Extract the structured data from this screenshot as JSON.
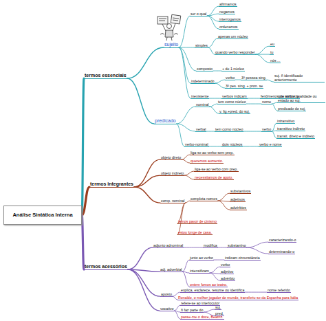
{
  "diagram": {
    "nodes": [
      {
        "text": [
          "Análise Sintática Interna"
        ]
      },
      {
        "text": [
          "termos essenciais"
        ]
      },
      {
        "text": [
          "sujeito"
        ]
      },
      {
        "text": [
          "ser o qual"
        ]
      },
      {
        "text": [
          "afirmamos"
        ]
      },
      {
        "text": [
          "negamos"
        ]
      },
      {
        "text": [
          "interrogamos"
        ]
      },
      {
        "text": [
          "ordenamos"
        ]
      },
      {
        "text": [
          "simples"
        ]
      },
      {
        "text": [
          "apenas um núcleo"
        ]
      },
      {
        "text": [
          "quando verbo responder"
        ]
      },
      {
        "text": [
          "eu"
        ]
      },
      {
        "text": [
          "tu"
        ]
      },
      {
        "text": [
          "nós ..."
        ]
      },
      {
        "text": [
          "composto"
        ]
      },
      {
        "text": [
          "+ de 1 núcleo"
        ]
      },
      {
        "text": [
          "indeterminado"
        ]
      },
      {
        "text": [
          "verbo"
        ]
      },
      {
        "text": [
          "3ª pessoa sing."
        ]
      },
      {
        "text": [
          "suj. ñ identificado anteriormente"
        ]
      },
      {
        "text": [
          "3ª pes. sing. + pron. se"
        ]
      },
      {
        "text": [
          "inexistente"
        ]
      },
      {
        "text": [
          "verbos indicam"
        ]
      },
      {
        "text": [
          "fenômenos da natureza"
        ]
      },
      {
        "text": [
          "predicado"
        ]
      },
      {
        "text": [
          "nominal"
        ]
      },
      {
        "text": [
          "tem como núcleo"
        ]
      },
      {
        "text": [
          "nome"
        ]
      },
      {
        "text": [
          "que atribui qualidade ou estado ao suj."
        ]
      },
      {
        "text": [
          "predicado do suj."
        ]
      },
      {
        "text": [
          "v. lig.+pred. do suj."
        ]
      },
      {
        "text": [
          "verbal"
        ]
      },
      {
        "text": [
          "tem como núcleo"
        ]
      },
      {
        "text": [
          "verbo"
        ]
      },
      {
        "text": [
          "intransitivo"
        ]
      },
      {
        "text": [
          "transitivo indireto"
        ]
      },
      {
        "text": [
          "transit. direto e indireto"
        ]
      },
      {
        "text": [
          "verbo-nominal"
        ]
      },
      {
        "text": [
          "dois núcleos"
        ]
      },
      {
        "text": [
          "verbo e nome"
        ]
      },
      {
        "text": [
          "termos integrantes"
        ]
      },
      {
        "text": [
          "objeto direto"
        ]
      },
      {
        "text": [
          "liga-se ao verbo sem prep."
        ]
      },
      {
        "text": [
          "queremos aumento."
        ]
      },
      {
        "text": [
          "objeto indireto"
        ]
      },
      {
        "text": [
          "liga-se ao verbo com prep."
        ]
      },
      {
        "text": [
          "necessitamos de apoio."
        ]
      },
      {
        "text": [
          "comp. nominal"
        ]
      },
      {
        "text": [
          "completa nomes"
        ]
      },
      {
        "text": [
          "substantivos"
        ]
      },
      {
        "text": [
          "adjetivos"
        ]
      },
      {
        "text": [
          "advérbios"
        ]
      },
      {
        "text": [
          "temos pavor de cinismo"
        ]
      },
      {
        "text": [
          "estou longe de casa."
        ]
      },
      {
        "text": [
          "termos acessórios"
        ]
      },
      {
        "text": [
          "adjunto adnominal"
        ]
      },
      {
        "text": [
          "modifica"
        ]
      },
      {
        "text": [
          "substantivo"
        ]
      },
      {
        "text": [
          "caracterizando-o"
        ]
      },
      {
        "text": [
          "determinando-o"
        ]
      },
      {
        "text": [
          "adj. adverbial"
        ]
      },
      {
        "text": [
          "junto ao verbo"
        ]
      },
      {
        "text": [
          "indicam circunstância"
        ]
      },
      {
        "text": [
          "intensificam"
        ]
      },
      {
        "text": [
          "verbo"
        ]
      },
      {
        "text": [
          "adjetivo"
        ]
      },
      {
        "text": [
          "advérbio"
        ]
      },
      {
        "text": [
          "ontem fomos ao teatro."
        ]
      },
      {
        "text": [
          "aposto"
        ]
      },
      {
        "text": [
          "explica, esclarece, resume ou identifica"
        ]
      },
      {
        "text": [
          "nome referido"
        ]
      },
      {
        "text": [
          "Ronaldo, o melhor jogador do mundo, transferiu-se da Espanha para Itália"
        ]
      },
      {
        "text": [
          "vocativo"
        ]
      },
      {
        "text": [
          "refere-se ao interlocutor"
        ]
      },
      {
        "text": [
          "ñ faz parte do"
        ]
      },
      {
        "text": [
          "suj."
        ]
      },
      {
        "text": [
          "pred."
        ]
      },
      {
        "text": [
          "passe-me o doce, Beatriz."
        ]
      }
    ],
    "edges": [
      {
        "from": 0,
        "to": 1,
        "arrow": "none"
      },
      {
        "from": 0,
        "to": 40,
        "arrow": "none"
      },
      {
        "from": 0,
        "to": 54,
        "arrow": "none"
      },
      {
        "from": 1,
        "to": 2,
        "arrow": "none"
      },
      {
        "from": 1,
        "to": 24,
        "arrow": "none"
      },
      {
        "from": 2,
        "to": 3,
        "arrow": "none"
      },
      {
        "from": 3,
        "to": 4,
        "arrow": "none"
      },
      {
        "from": 3,
        "to": 5,
        "arrow": "none"
      },
      {
        "from": 3,
        "to": 6,
        "arrow": "none"
      },
      {
        "from": 3,
        "to": 7,
        "arrow": "none"
      },
      {
        "from": 2,
        "to": 8,
        "arrow": "none"
      },
      {
        "from": 8,
        "to": 9,
        "arrow": "none"
      },
      {
        "from": 8,
        "to": 10,
        "arrow": "none"
      },
      {
        "from": 10,
        "to": 11,
        "arrow": "none"
      },
      {
        "from": 10,
        "to": 12,
        "arrow": "none"
      },
      {
        "from": 10,
        "to": 13,
        "arrow": "none"
      },
      {
        "from": 2,
        "to": 14,
        "arrow": "none"
      },
      {
        "from": 14,
        "to": 15,
        "arrow": "none"
      },
      {
        "from": 2,
        "to": 16,
        "arrow": "none"
      },
      {
        "from": 16,
        "to": 17,
        "arrow": "none"
      },
      {
        "from": 17,
        "to": 18,
        "arrow": "none"
      },
      {
        "from": 18,
        "to": 19,
        "arrow": "none"
      },
      {
        "from": 16,
        "to": 20,
        "arrow": "none"
      },
      {
        "from": 2,
        "to": 21,
        "arrow": "none"
      },
      {
        "from": 21,
        "to": 22,
        "arrow": "none"
      },
      {
        "from": 22,
        "to": 23,
        "arrow": "none"
      },
      {
        "from": 24,
        "to": 25,
        "arrow": "none"
      },
      {
        "from": 25,
        "to": 26,
        "arrow": "none"
      },
      {
        "from": 26,
        "to": 27,
        "arrow": "none"
      },
      {
        "from": 27,
        "to": 28,
        "arrow": "none"
      },
      {
        "from": 27,
        "to": 29,
        "arrow": "none"
      },
      {
        "from": 25,
        "to": 30,
        "arrow": "none"
      },
      {
        "from": 24,
        "to": 31,
        "arrow": "none"
      },
      {
        "from": 31,
        "to": 32,
        "arrow": "none"
      },
      {
        "from": 32,
        "to": 33,
        "arrow": "none"
      },
      {
        "from": 33,
        "to": 34,
        "arrow": "none"
      },
      {
        "from": 33,
        "to": 35,
        "arrow": "none"
      },
      {
        "from": 33,
        "to": 36,
        "arrow": "none"
      },
      {
        "from": 24,
        "to": 37,
        "arrow": "none"
      },
      {
        "from": 37,
        "to": 38,
        "arrow": "none"
      },
      {
        "from": 38,
        "to": 39,
        "arrow": "none"
      },
      {
        "from": 40,
        "to": 41,
        "arrow": "none"
      },
      {
        "from": 41,
        "to": 42,
        "arrow": "none"
      },
      {
        "from": 41,
        "to": 43,
        "arrow": "none"
      },
      {
        "from": 40,
        "to": 44,
        "arrow": "none"
      },
      {
        "from": 44,
        "to": 45,
        "arrow": "none"
      },
      {
        "from": 44,
        "to": 46,
        "arrow": "none"
      },
      {
        "from": 40,
        "to": 47,
        "arrow": "none"
      },
      {
        "from": 47,
        "to": 48,
        "arrow": "none"
      },
      {
        "from": 48,
        "to": 49,
        "arrow": "none"
      },
      {
        "from": 48,
        "to": 50,
        "arrow": "none"
      },
      {
        "from": 48,
        "to": 51,
        "arrow": "none"
      },
      {
        "from": 47,
        "to": 52,
        "arrow": "none"
      },
      {
        "from": 47,
        "to": 53,
        "arrow": "none"
      },
      {
        "from": 54,
        "to": 55,
        "arrow": "none"
      },
      {
        "from": 55,
        "to": 56,
        "arrow": "none"
      },
      {
        "from": 56,
        "to": 57,
        "arrow": "none"
      },
      {
        "from": 57,
        "to": 58,
        "arrow": "none"
      },
      {
        "from": 57,
        "to": 59,
        "arrow": "none"
      },
      {
        "from": 54,
        "to": 60,
        "arrow": "none"
      },
      {
        "from": 60,
        "to": 61,
        "arrow": "none"
      },
      {
        "from": 61,
        "to": 62,
        "arrow": "none"
      },
      {
        "from": 60,
        "to": 63,
        "arrow": "none"
      },
      {
        "from": 63,
        "to": 64,
        "arrow": "none"
      },
      {
        "from": 63,
        "to": 65,
        "arrow": "none"
      },
      {
        "from": 63,
        "to": 66,
        "arrow": "none"
      },
      {
        "from": 60,
        "to": 67,
        "arrow": "none"
      },
      {
        "from": 54,
        "to": 68,
        "arrow": "none"
      },
      {
        "from": 68,
        "to": 69,
        "arrow": "none"
      },
      {
        "from": 69,
        "to": 70,
        "arrow": "none"
      },
      {
        "from": 68,
        "to": 71,
        "arrow": "none"
      },
      {
        "from": 54,
        "to": 72,
        "arrow": "none"
      },
      {
        "from": 72,
        "to": 73,
        "arrow": "none"
      },
      {
        "from": 72,
        "to": 74,
        "arrow": "none"
      },
      {
        "from": 74,
        "to": 75,
        "arrow": "none"
      },
      {
        "from": 74,
        "to": 76,
        "arrow": "none"
      },
      {
        "from": 72,
        "to": 77,
        "arrow": "none"
      }
    ]
  }
}
